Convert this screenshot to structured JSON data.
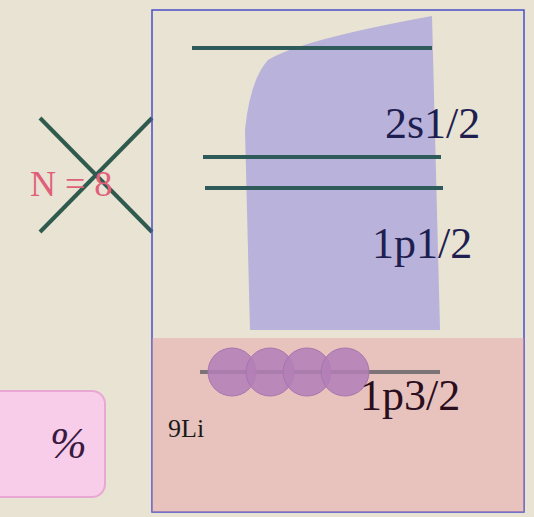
{
  "diagram": {
    "nodes": [
      {
        "text": [
          "9Li",
          "1p3/2"
        ]
      },
      {
        "text": [
          "%"
        ]
      }
    ],
    "labels": [
      "2s1/2",
      "1p1/2",
      "N = 8"
    ]
  }
}
